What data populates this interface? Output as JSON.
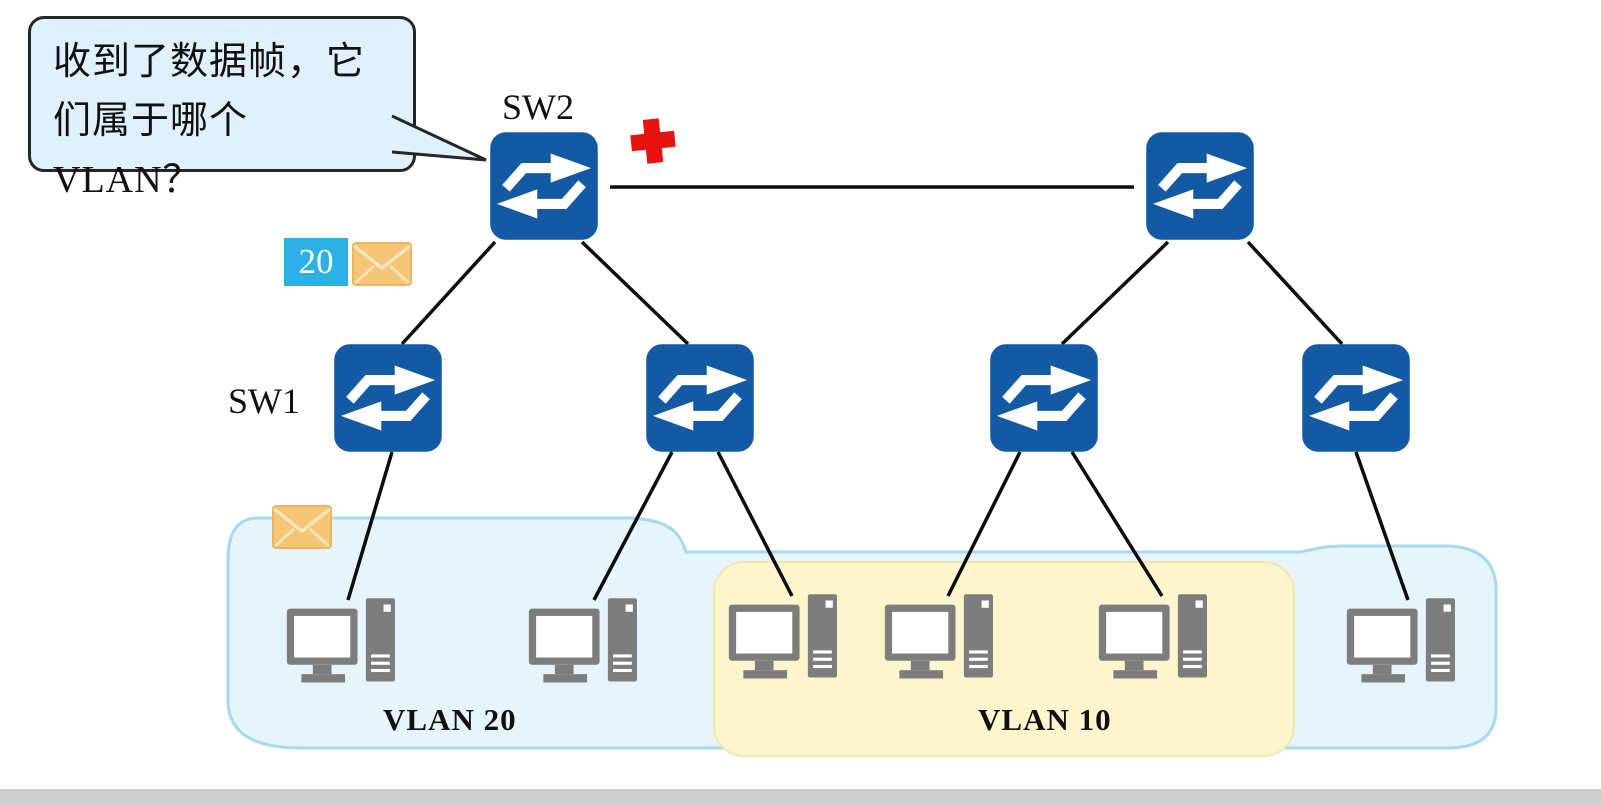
{
  "diagram": {
    "title_hint": "VLAN frame forwarding question diagram",
    "bubble": {
      "line1": "收到了数据帧，它",
      "line2": "们属于哪个VLAN？"
    },
    "switch_labels": {
      "sw2": "SW2",
      "sw1": "SW1"
    },
    "frame_tag": {
      "vlan_id": "20"
    },
    "regions": [
      {
        "id": "vlan20",
        "label": "VLAN 20",
        "fill": "#e6f5fc",
        "border": "#a6daf0"
      },
      {
        "id": "vlan10",
        "label": "VLAN 10",
        "fill": "#fdf5cb",
        "border": "#f3e6ae"
      }
    ],
    "icons": {
      "switch": "bidirectional-arrows-switch",
      "computer": "desktop-pc",
      "envelope": "mail-envelope",
      "cross": "red-plus-marker"
    },
    "colors": {
      "switch_blue": "#1459a4",
      "pc_gray": "#7d7d7d",
      "envelope_orange": "#f6c677",
      "tag_blue": "#2cb0e6",
      "cross_red": "#ea1111",
      "line_black": "#0d0d0d",
      "bubble_fill": "#def1fc"
    }
  }
}
